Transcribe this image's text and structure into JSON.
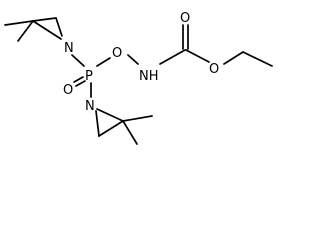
{
  "molecule": {
    "atoms": {
      "n_upper": "N",
      "p_center": "P",
      "o_ether": "O",
      "nh_carbamate": "NH",
      "o_carbonyl": "O",
      "o_ester": "O",
      "o_phosphoryl": "O",
      "n_lower": "N"
    }
  }
}
